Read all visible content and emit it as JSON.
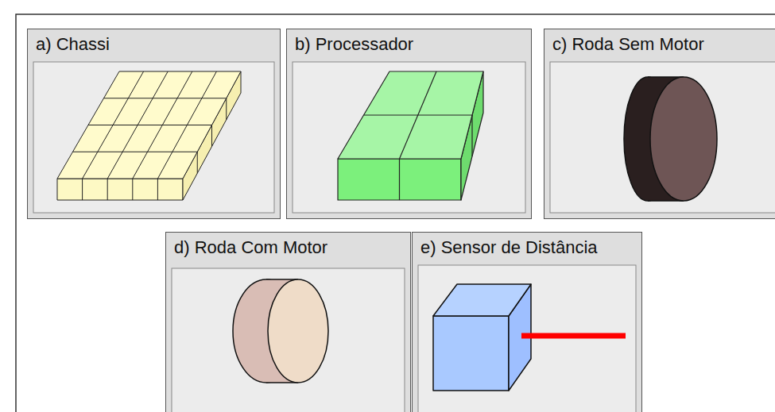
{
  "diagram": {
    "nodes": [
      {
        "text": [
          "a) Chassi"
        ]
      },
      {
        "text": [
          "b) Processador"
        ]
      },
      {
        "text": [
          "c) Roda Sem Motor"
        ]
      },
      {
        "text": [
          "d) Roda Com Motor"
        ]
      },
      {
        "text": [
          "e) Sensor de Distância"
        ]
      }
    ]
  }
}
